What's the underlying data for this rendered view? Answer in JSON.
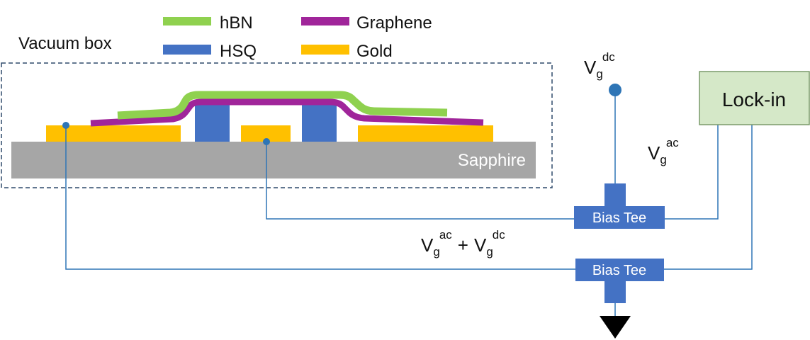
{
  "legend": {
    "hbn": {
      "label": "hBN",
      "color": "#8fd14f"
    },
    "graphene": {
      "label": "Graphene",
      "color": "#a0259a"
    },
    "hsq": {
      "label": "HSQ",
      "color": "#4472c4"
    },
    "gold": {
      "label": "Gold",
      "color": "#ffc000"
    }
  },
  "vacuum_box": {
    "label": "Vacuum box",
    "border_color": "#2f4a6b"
  },
  "substrate": {
    "label": "Sapphire",
    "color": "#a6a6a6",
    "text_color": "#ffffff"
  },
  "voltages": {
    "dc": {
      "main": "V",
      "sub": "g",
      "sup": "dc"
    },
    "ac": {
      "main": "V",
      "sub": "g",
      "sup": "ac"
    },
    "sum": {
      "main1": "V",
      "sub1": "g",
      "sup1": "ac",
      "plus": "+",
      "main2": "V",
      "sub2": "g",
      "sup2": "dc"
    }
  },
  "lockin": {
    "label": "Lock-in",
    "fill": "#d5e8c8",
    "border": "#7a9a6a"
  },
  "bias_tee_top": {
    "label": "Bias Tee"
  },
  "bias_tee_bottom": {
    "label": "Bias Tee"
  },
  "colors": {
    "wire": "#2e75b6",
    "node": "#2e75b6",
    "tee": "#4472c4",
    "tee_text": "#ffffff",
    "ground": "#000000"
  }
}
